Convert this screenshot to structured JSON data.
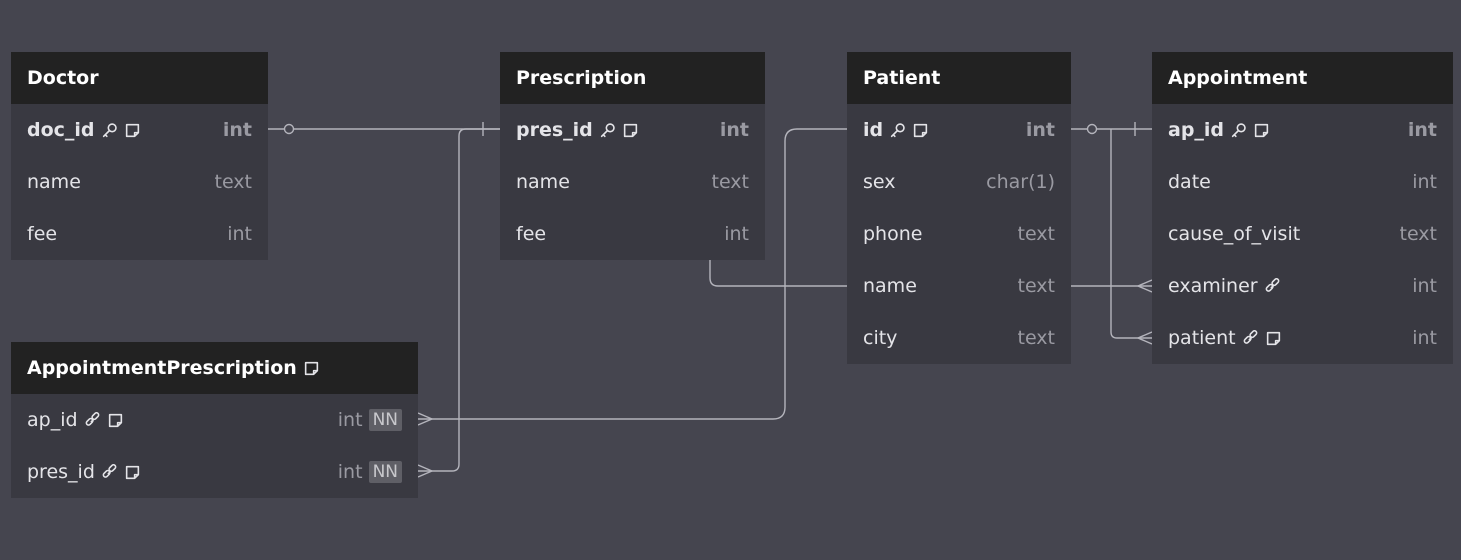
{
  "tables": [
    {
      "id": "doctor",
      "name": "Doctor",
      "note_icon": false,
      "columns": [
        {
          "name": "doc_id",
          "type": "int",
          "pk": true,
          "icons": [
            "key-icon",
            "note-icon"
          ]
        },
        {
          "name": "name",
          "type": "text",
          "pk": false,
          "icons": []
        },
        {
          "name": "fee",
          "type": "int",
          "pk": false,
          "icons": []
        }
      ]
    },
    {
      "id": "prescription",
      "name": "Prescription",
      "note_icon": false,
      "columns": [
        {
          "name": "pres_id",
          "type": "int",
          "pk": true,
          "icons": [
            "key-icon",
            "note-icon"
          ]
        },
        {
          "name": "name",
          "type": "text",
          "pk": false,
          "icons": []
        },
        {
          "name": "fee",
          "type": "int",
          "pk": false,
          "icons": []
        }
      ]
    },
    {
      "id": "patient",
      "name": "Patient",
      "note_icon": false,
      "columns": [
        {
          "name": "id",
          "type": "int",
          "pk": true,
          "icons": [
            "key-icon",
            "note-icon"
          ]
        },
        {
          "name": "sex",
          "type": "char(1)",
          "pk": false,
          "icons": []
        },
        {
          "name": "phone",
          "type": "text",
          "pk": false,
          "icons": []
        },
        {
          "name": "name",
          "type": "text",
          "pk": false,
          "icons": []
        },
        {
          "name": "city",
          "type": "text",
          "pk": false,
          "icons": []
        }
      ]
    },
    {
      "id": "appointment",
      "name": "Appointment",
      "note_icon": false,
      "columns": [
        {
          "name": "ap_id",
          "type": "int",
          "pk": true,
          "icons": [
            "key-icon",
            "note-icon"
          ]
        },
        {
          "name": "date",
          "type": "int",
          "pk": false,
          "icons": []
        },
        {
          "name": "cause_of_visit",
          "type": "text",
          "pk": false,
          "icons": []
        },
        {
          "name": "examiner",
          "type": "int",
          "pk": false,
          "icons": [
            "link-icon"
          ]
        },
        {
          "name": "patient",
          "type": "int",
          "pk": false,
          "icons": [
            "link-icon",
            "note-icon"
          ]
        }
      ]
    },
    {
      "id": "appointmentprescription",
      "name": "AppointmentPrescription",
      "note_icon": true,
      "columns": [
        {
          "name": "ap_id",
          "type": "int",
          "pk": false,
          "nn": "NN",
          "icons": [
            "link-icon",
            "note-icon"
          ]
        },
        {
          "name": "pres_id",
          "type": "int",
          "pk": false,
          "nn": "NN",
          "icons": [
            "link-icon",
            "note-icon"
          ]
        }
      ]
    }
  ],
  "colors": {
    "background": "#45454f",
    "table_body": "#393941",
    "table_header": "#222222",
    "edge": "#b4b4bc",
    "type_text": "#9a9aa2"
  }
}
